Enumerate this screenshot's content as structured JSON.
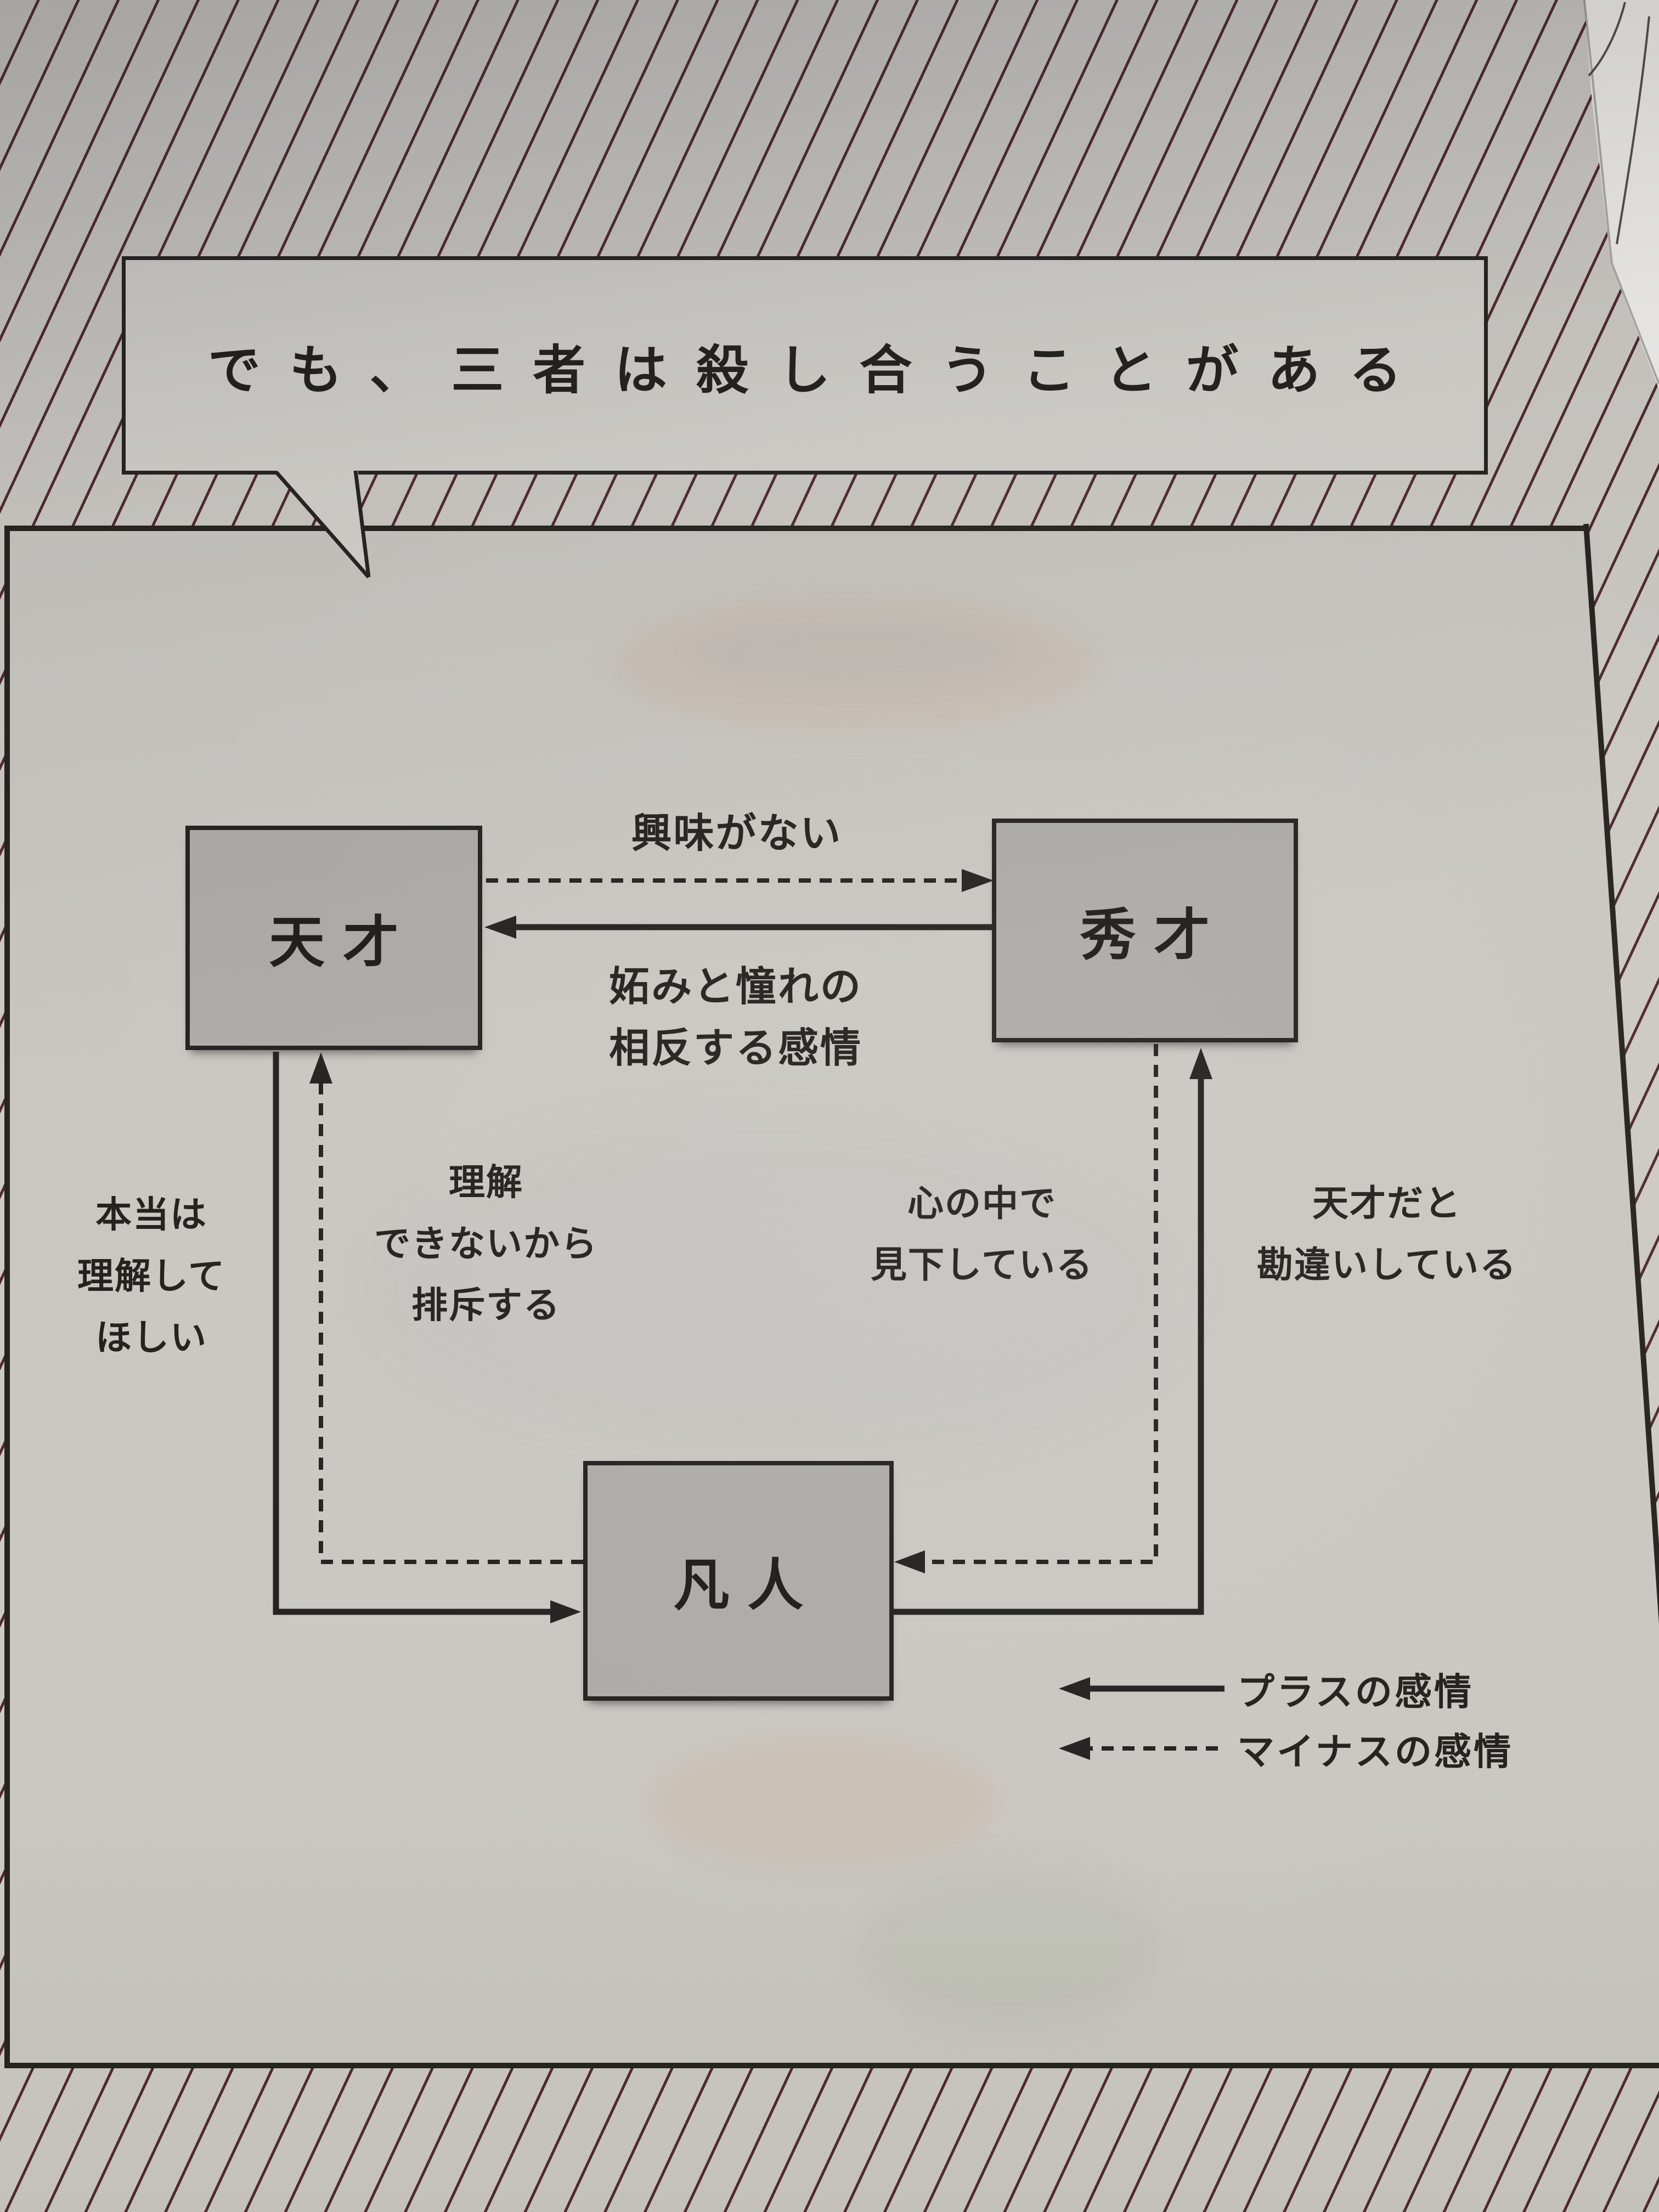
{
  "bubble": {
    "text": "でも、三者は殺し合うことがある"
  },
  "diagram": {
    "nodes": {
      "genius": "天才",
      "prodigy": "秀才",
      "ordinary": "凡人"
    },
    "edges": {
      "genius_to_prodigy": {
        "label": "興味がない",
        "type": "negative"
      },
      "prodigy_to_genius": {
        "label": "妬みと憧れの\n相反する感情",
        "type": "positive"
      },
      "genius_to_ordinary": {
        "label": "本当は\n理解して\nほしい",
        "type": "positive"
      },
      "ordinary_to_genius": {
        "label": "理解\nできないから\n排斥する",
        "type": "negative"
      },
      "prodigy_to_ordinary": {
        "label": "心の中で\n見下している",
        "type": "negative"
      },
      "ordinary_to_prodigy": {
        "label": "天才だと\n勘違いしている",
        "type": "positive"
      }
    },
    "legend": {
      "positive": "プラスの感情",
      "negative": "マイナスの感情"
    }
  },
  "colors": {
    "ink": "#262320",
    "hatch_line": "#502a31",
    "paper": "#cdcac5",
    "panel_fill": "#cac7c2",
    "box_fill": "#adaba7",
    "bubble_fill": "#d5d2cd"
  }
}
